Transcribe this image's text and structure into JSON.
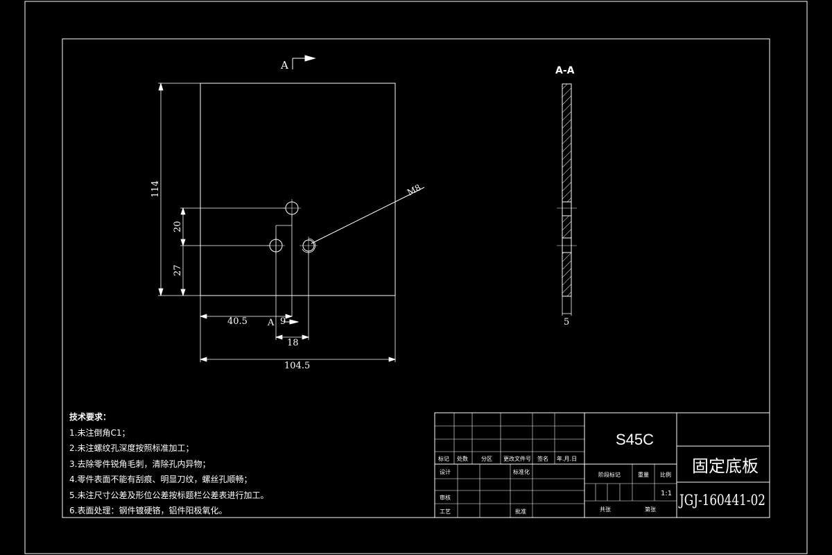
{
  "view_label": "A",
  "section_title": "A-A",
  "dimensions": {
    "height_total": "114",
    "height_upper": "20",
    "height_lower": "27",
    "offset_x": "40.5",
    "hole_dx_small": "9",
    "hole_dx": "18",
    "width_total": "104.5",
    "thickness": "5",
    "thread": "M8"
  },
  "tech_requirements": {
    "title": "技术要求：",
    "items": [
      "1.未注倒角C1；",
      "2.未注螺纹孔深度按照标准加工；",
      "3.去除零件锐角毛刺，清除孔内异物；",
      "4.零件表面不能有刮痕、明显刀纹，螺丝孔顺畅；",
      "5.未注尺寸公差及形位公差按标题栏公差表进行加工。",
      "6.表面处理：钢件镀硬铬，铝件阳极氧化。"
    ]
  },
  "title_block": {
    "material": "S45C",
    "part_name": "固定底板",
    "drawing_no": "JGJ-160441-02",
    "scale": "1:1",
    "headers": [
      "标记",
      "处数",
      "分区",
      "更改文件号",
      "签名",
      "年.月.日"
    ],
    "design": "设计",
    "standardize": "标准化",
    "review": "审核",
    "process": "工艺",
    "approve": "批准",
    "stage_mark": "阶段标记",
    "weight": "重量",
    "scale_label": "比例",
    "sheet_total": "共张",
    "sheet_no": "第张"
  }
}
